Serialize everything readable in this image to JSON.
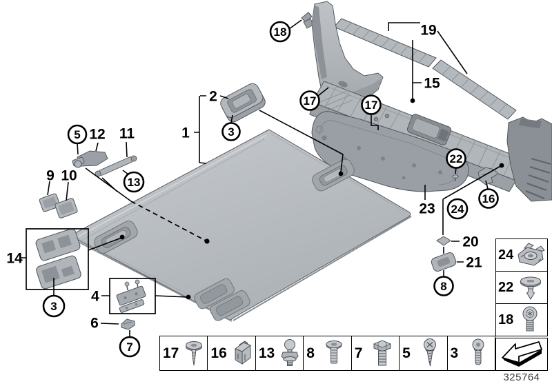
{
  "part_number": "325764",
  "colors": {
    "background": "#ffffff",
    "line": "#000000",
    "panel_fill": "#b9bdc1",
    "trim_fill": "#aeb3b8",
    "insert_fill": "#9a9fa6",
    "dark_trim": "#8b9096",
    "icon_fill": "#c6c9cd",
    "icon_stroke": "#4c5055"
  },
  "diagram": {
    "callouts": {
      "c18": "18",
      "c17_left": "17",
      "c17_mid": "17",
      "c3_top": "3",
      "c5": "5",
      "c13": "13",
      "c22": "22",
      "c24": "24",
      "c16": "16",
      "c3_left": "3",
      "c7": "7",
      "c8": "8"
    },
    "labels": {
      "l1": "1",
      "l2": "2",
      "l4": "4",
      "l6": "6",
      "l9": "9",
      "l10": "10",
      "l11": "11",
      "l12": "12",
      "l14": "14",
      "l15": "15",
      "l19": "19",
      "l20": "20",
      "l21": "21",
      "l23": "23"
    }
  },
  "legend": {
    "cells": [
      {
        "label": "17",
        "icon": "blind-rivet-icon"
      },
      {
        "label": "16",
        "icon": "clip-nut-icon"
      },
      {
        "label": "13",
        "icon": "ball-pin-icon"
      },
      {
        "label": "8",
        "icon": "countersunk-rivet-icon"
      },
      {
        "label": "7",
        "icon": "hex-bolt-icon"
      },
      {
        "label": "5",
        "icon": "pan-head-screw-icon"
      },
      {
        "label": "3",
        "icon": "round-head-screw-icon"
      }
    ]
  },
  "sidebar": {
    "cells": [
      {
        "label": "24",
        "icon": "cage-nut-icon"
      },
      {
        "label": "22",
        "icon": "expanding-rivet-icon"
      },
      {
        "label": "18",
        "icon": "torx-screw-icon"
      }
    ]
  }
}
